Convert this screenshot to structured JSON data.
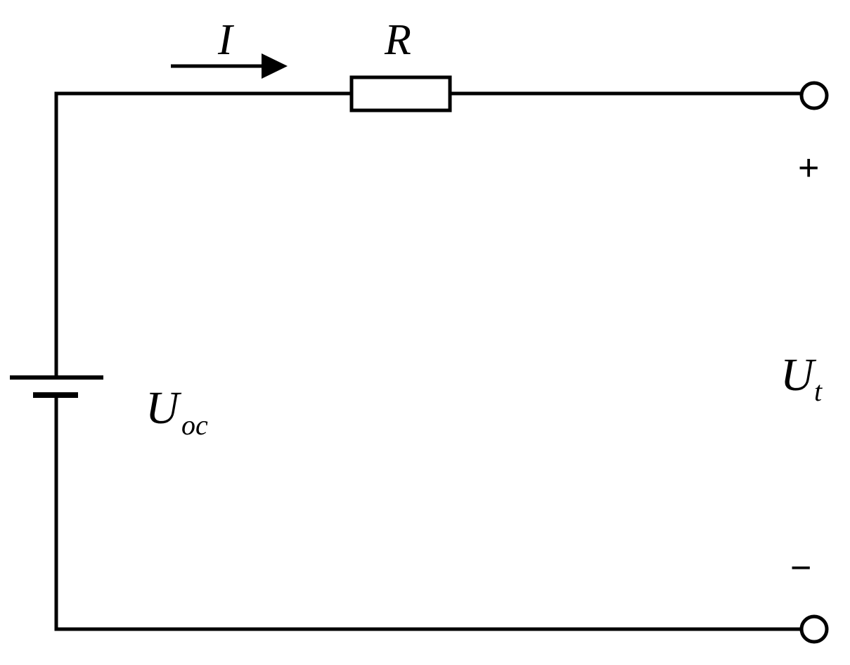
{
  "labels": {
    "current": "I",
    "resistor": "R",
    "source_main": "U",
    "source_sub": "oc",
    "terminal_main": "U",
    "terminal_sub": "t",
    "plus": "+",
    "minus": "−"
  },
  "colors": {
    "stroke": "#000000",
    "background": "#ffffff"
  }
}
